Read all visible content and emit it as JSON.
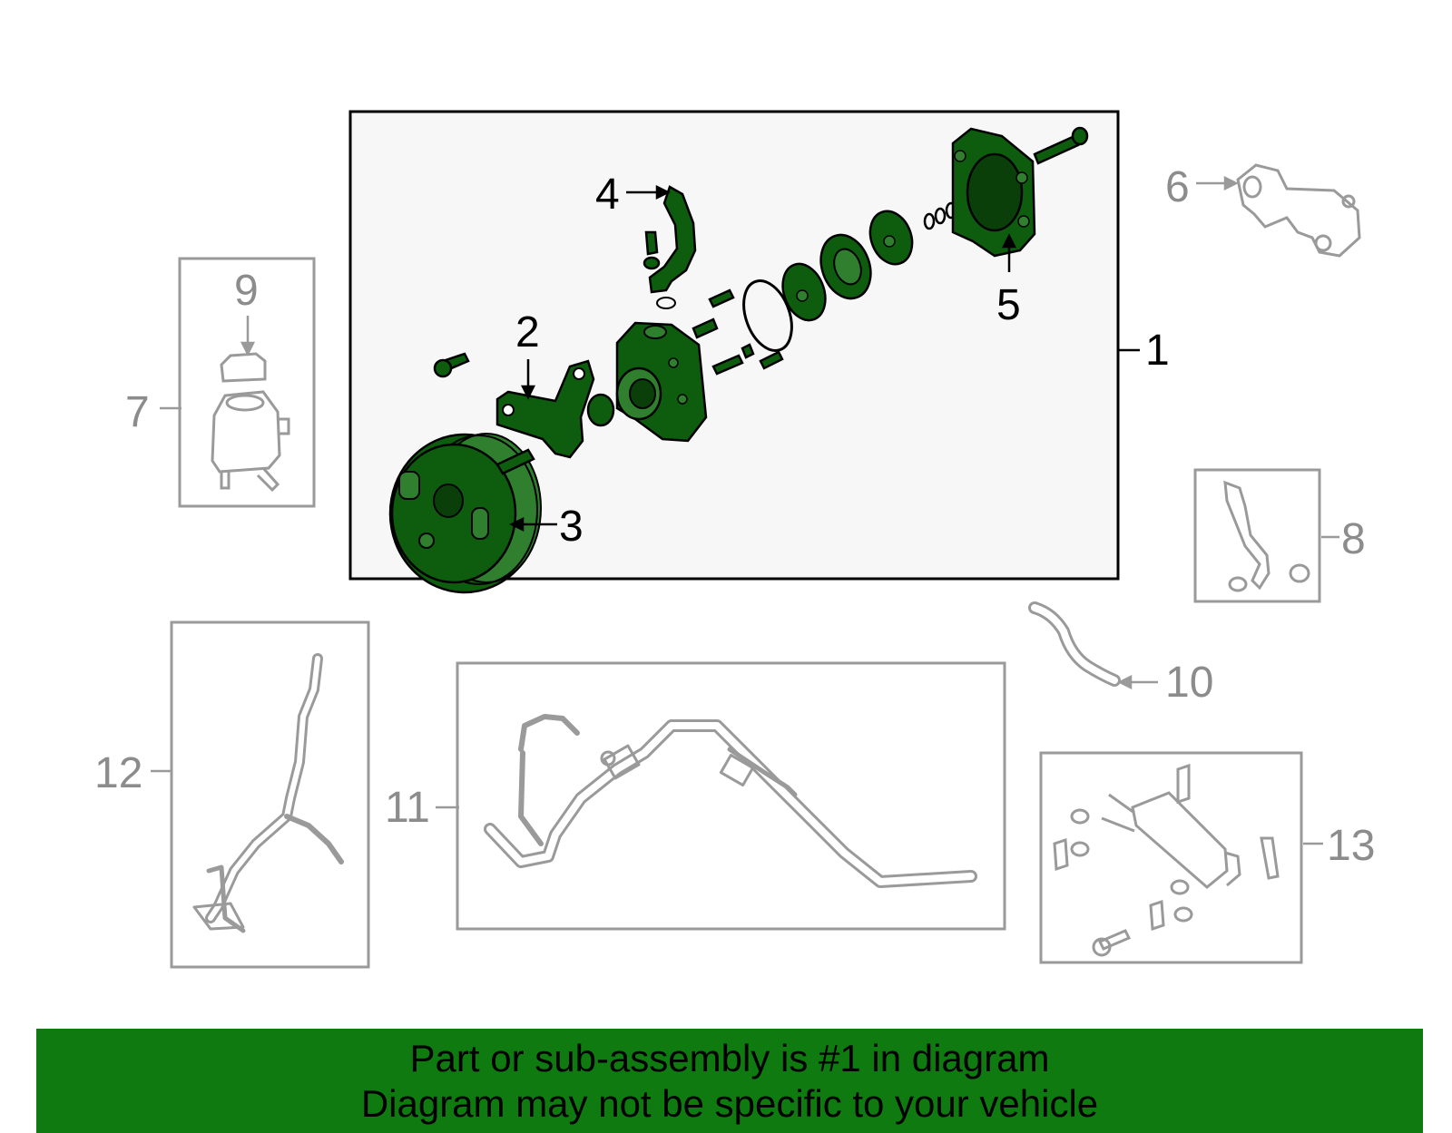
{
  "callouts": [
    "1",
    "2",
    "3",
    "4",
    "5",
    "6",
    "7",
    "8",
    "9",
    "10",
    "11",
    "12",
    "13"
  ],
  "banner": {
    "line1": "Part or sub-assembly is #1 in diagram",
    "line2": "Diagram may not be specific to your vehicle"
  },
  "colors": {
    "highlight_part": "#0e5c0e",
    "banner_background": "#0f7a0f",
    "inactive_part": "#9a9a9a",
    "main_box_fill": "#f7f7f7"
  }
}
